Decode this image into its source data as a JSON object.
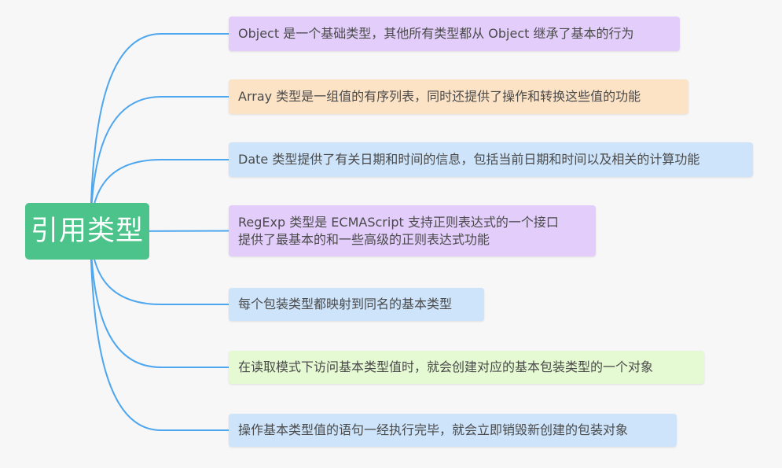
{
  "root": {
    "label": "引用类型",
    "color": "#4cc38a"
  },
  "link_color": "#4da6ee",
  "nodes": [
    {
      "id": "object",
      "lines": [
        "Object 是一个基础类型，其他所有类型都从 Object 继承了基本的行为"
      ],
      "color": "#e3cdfb"
    },
    {
      "id": "array",
      "lines": [
        "Array 类型是一组值的有序列表，同时还提供了操作和转换这些值的功能"
      ],
      "color": "#fde3c6"
    },
    {
      "id": "date",
      "lines": [
        "Date 类型提供了有关日期和时间的信息，包括当前日期和时间以及相关的计算功能"
      ],
      "color": "#cde4fb"
    },
    {
      "id": "regexp",
      "lines": [
        "RegExp 类型是 ECMAScript 支持正则表达式的一个接口",
        "提供了最基本的和一些高级的正则表达式功能"
      ],
      "color": "#e3cdfb"
    },
    {
      "id": "wrapper-map",
      "lines": [
        "每个包装类型都映射到同名的基本类型"
      ],
      "color": "#cde4fb"
    },
    {
      "id": "wrapper-create",
      "lines": [
        "在读取模式下访问基本类型值时，就会创建对应的基本包装类型的一个对象"
      ],
      "color": "#e5f9d3"
    },
    {
      "id": "wrapper-destroy",
      "lines": [
        "操作基本类型值的语句一经执行完毕，就会立即销毁新创建的包装对象"
      ],
      "color": "#cde4fb"
    }
  ]
}
